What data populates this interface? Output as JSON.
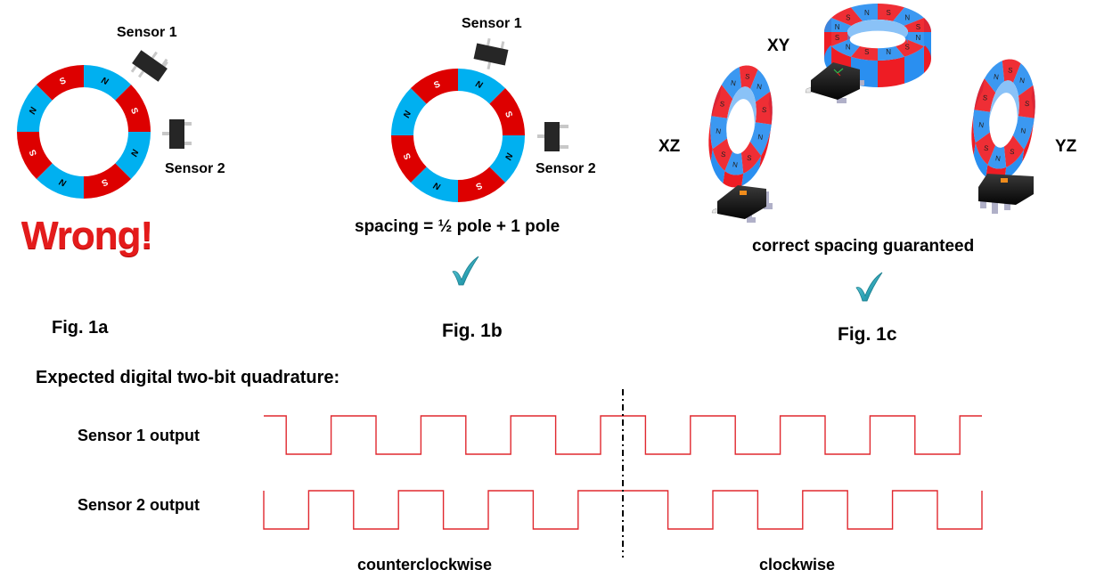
{
  "fig1a": {
    "sensor1_label": "Sensor 1",
    "sensor2_label": "Sensor 2",
    "verdict": "Wrong!",
    "caption": "Fig. 1a",
    "ring_poles": [
      "N",
      "S",
      "N",
      "S",
      "N",
      "S",
      "N",
      "S"
    ]
  },
  "fig1b": {
    "sensor1_label": "Sensor 1",
    "sensor2_label": "Sensor 2",
    "spacing_text": "spacing = ½ pole + 1 pole",
    "verdict_icon": "checkmark-icon",
    "caption": "Fig. 1b",
    "ring_poles": [
      "N",
      "S",
      "N",
      "S",
      "N",
      "S",
      "N",
      "S"
    ]
  },
  "fig1c": {
    "plane_labels": {
      "xy": "XY",
      "xz": "XZ",
      "yz": "YZ"
    },
    "spacing_text": "correct spacing guaranteed",
    "verdict_icon": "checkmark-icon",
    "caption": "Fig. 1c"
  },
  "colors": {
    "north": "#00b0f0",
    "south": "#dd0000",
    "north_3d": "#2a8ff0",
    "south_3d": "#ee1c24",
    "sensor_body": "#262626",
    "sensor_lead": "#c0c0c0",
    "waveform": "#e0282f",
    "check": "#31a6b6",
    "wrong_text": "#e41b1b"
  },
  "quadrature": {
    "title": "Expected digital two-bit quadrature:",
    "sensor1_label": "Sensor 1 output",
    "sensor2_label": "Sensor 2 output",
    "direction_left": "counterclockwise",
    "direction_right": "clockwise",
    "sensor1_initial": 1,
    "sensor1_transitions": [
      1,
      2,
      3,
      4,
      5,
      6,
      7,
      8,
      9,
      10,
      11,
      12,
      13,
      14,
      15,
      16
    ],
    "sensor2_initial": 0,
    "sensor2_transitions": [
      0,
      2,
      4,
      6,
      8,
      9,
      11,
      13,
      15,
      17,
      19,
      21,
      23,
      25,
      27,
      29,
      31,
      32
    ],
    "note": "transitions indexed in quarter-period units along time axis"
  }
}
